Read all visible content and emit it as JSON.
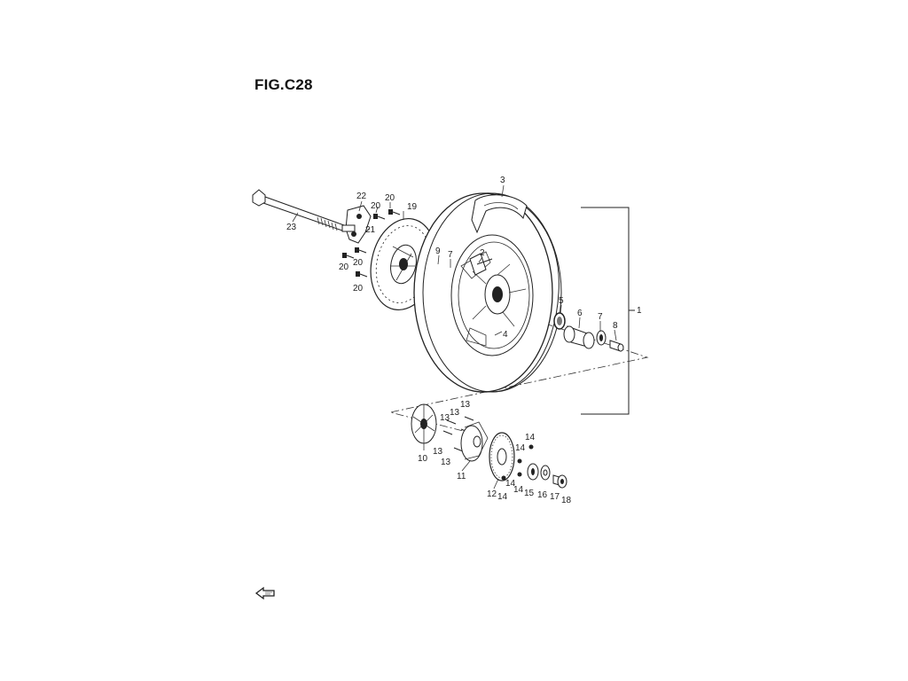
{
  "figure": {
    "title": "FIG.C28",
    "direction_icon": "front-direction-arrow-icon"
  },
  "callouts": [
    {
      "id": "p1",
      "text": "1"
    },
    {
      "id": "p2",
      "text": "2"
    },
    {
      "id": "p3",
      "text": "3"
    },
    {
      "id": "p4",
      "text": "4"
    },
    {
      "id": "p5",
      "text": "5"
    },
    {
      "id": "p6",
      "text": "6"
    },
    {
      "id": "p7a",
      "text": "7"
    },
    {
      "id": "p7b",
      "text": "7"
    },
    {
      "id": "p8",
      "text": "8"
    },
    {
      "id": "p9",
      "text": "9"
    },
    {
      "id": "p10",
      "text": "10"
    },
    {
      "id": "p11",
      "text": "11"
    },
    {
      "id": "p12",
      "text": "12"
    },
    {
      "id": "p13a",
      "text": "13"
    },
    {
      "id": "p13b",
      "text": "13"
    },
    {
      "id": "p13c",
      "text": "13"
    },
    {
      "id": "p13d",
      "text": "13"
    },
    {
      "id": "p13e",
      "text": "13"
    },
    {
      "id": "p14a",
      "text": "14"
    },
    {
      "id": "p14b",
      "text": "14"
    },
    {
      "id": "p14c",
      "text": "14"
    },
    {
      "id": "p14d",
      "text": "14"
    },
    {
      "id": "p14e",
      "text": "14"
    },
    {
      "id": "p15",
      "text": "15"
    },
    {
      "id": "p16",
      "text": "16"
    },
    {
      "id": "p17",
      "text": "17"
    },
    {
      "id": "p18",
      "text": "18"
    },
    {
      "id": "p19",
      "text": "19"
    },
    {
      "id": "p20a",
      "text": "20"
    },
    {
      "id": "p20b",
      "text": "20"
    },
    {
      "id": "p20c",
      "text": "20"
    },
    {
      "id": "p20d",
      "text": "20"
    },
    {
      "id": "p20e",
      "text": "20"
    },
    {
      "id": "p21",
      "text": "21"
    },
    {
      "id": "p22",
      "text": "22"
    },
    {
      "id": "p23",
      "text": "23"
    }
  ]
}
